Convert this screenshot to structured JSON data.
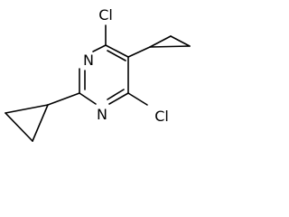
{
  "molecule": {
    "atoms": {
      "n_upper": "N",
      "n_lower": "N",
      "cl_top": "Cl",
      "cl_bottom": "Cl"
    }
  },
  "colors": {
    "bond": "#000000",
    "label": "#000000",
    "background": "#ffffff"
  }
}
